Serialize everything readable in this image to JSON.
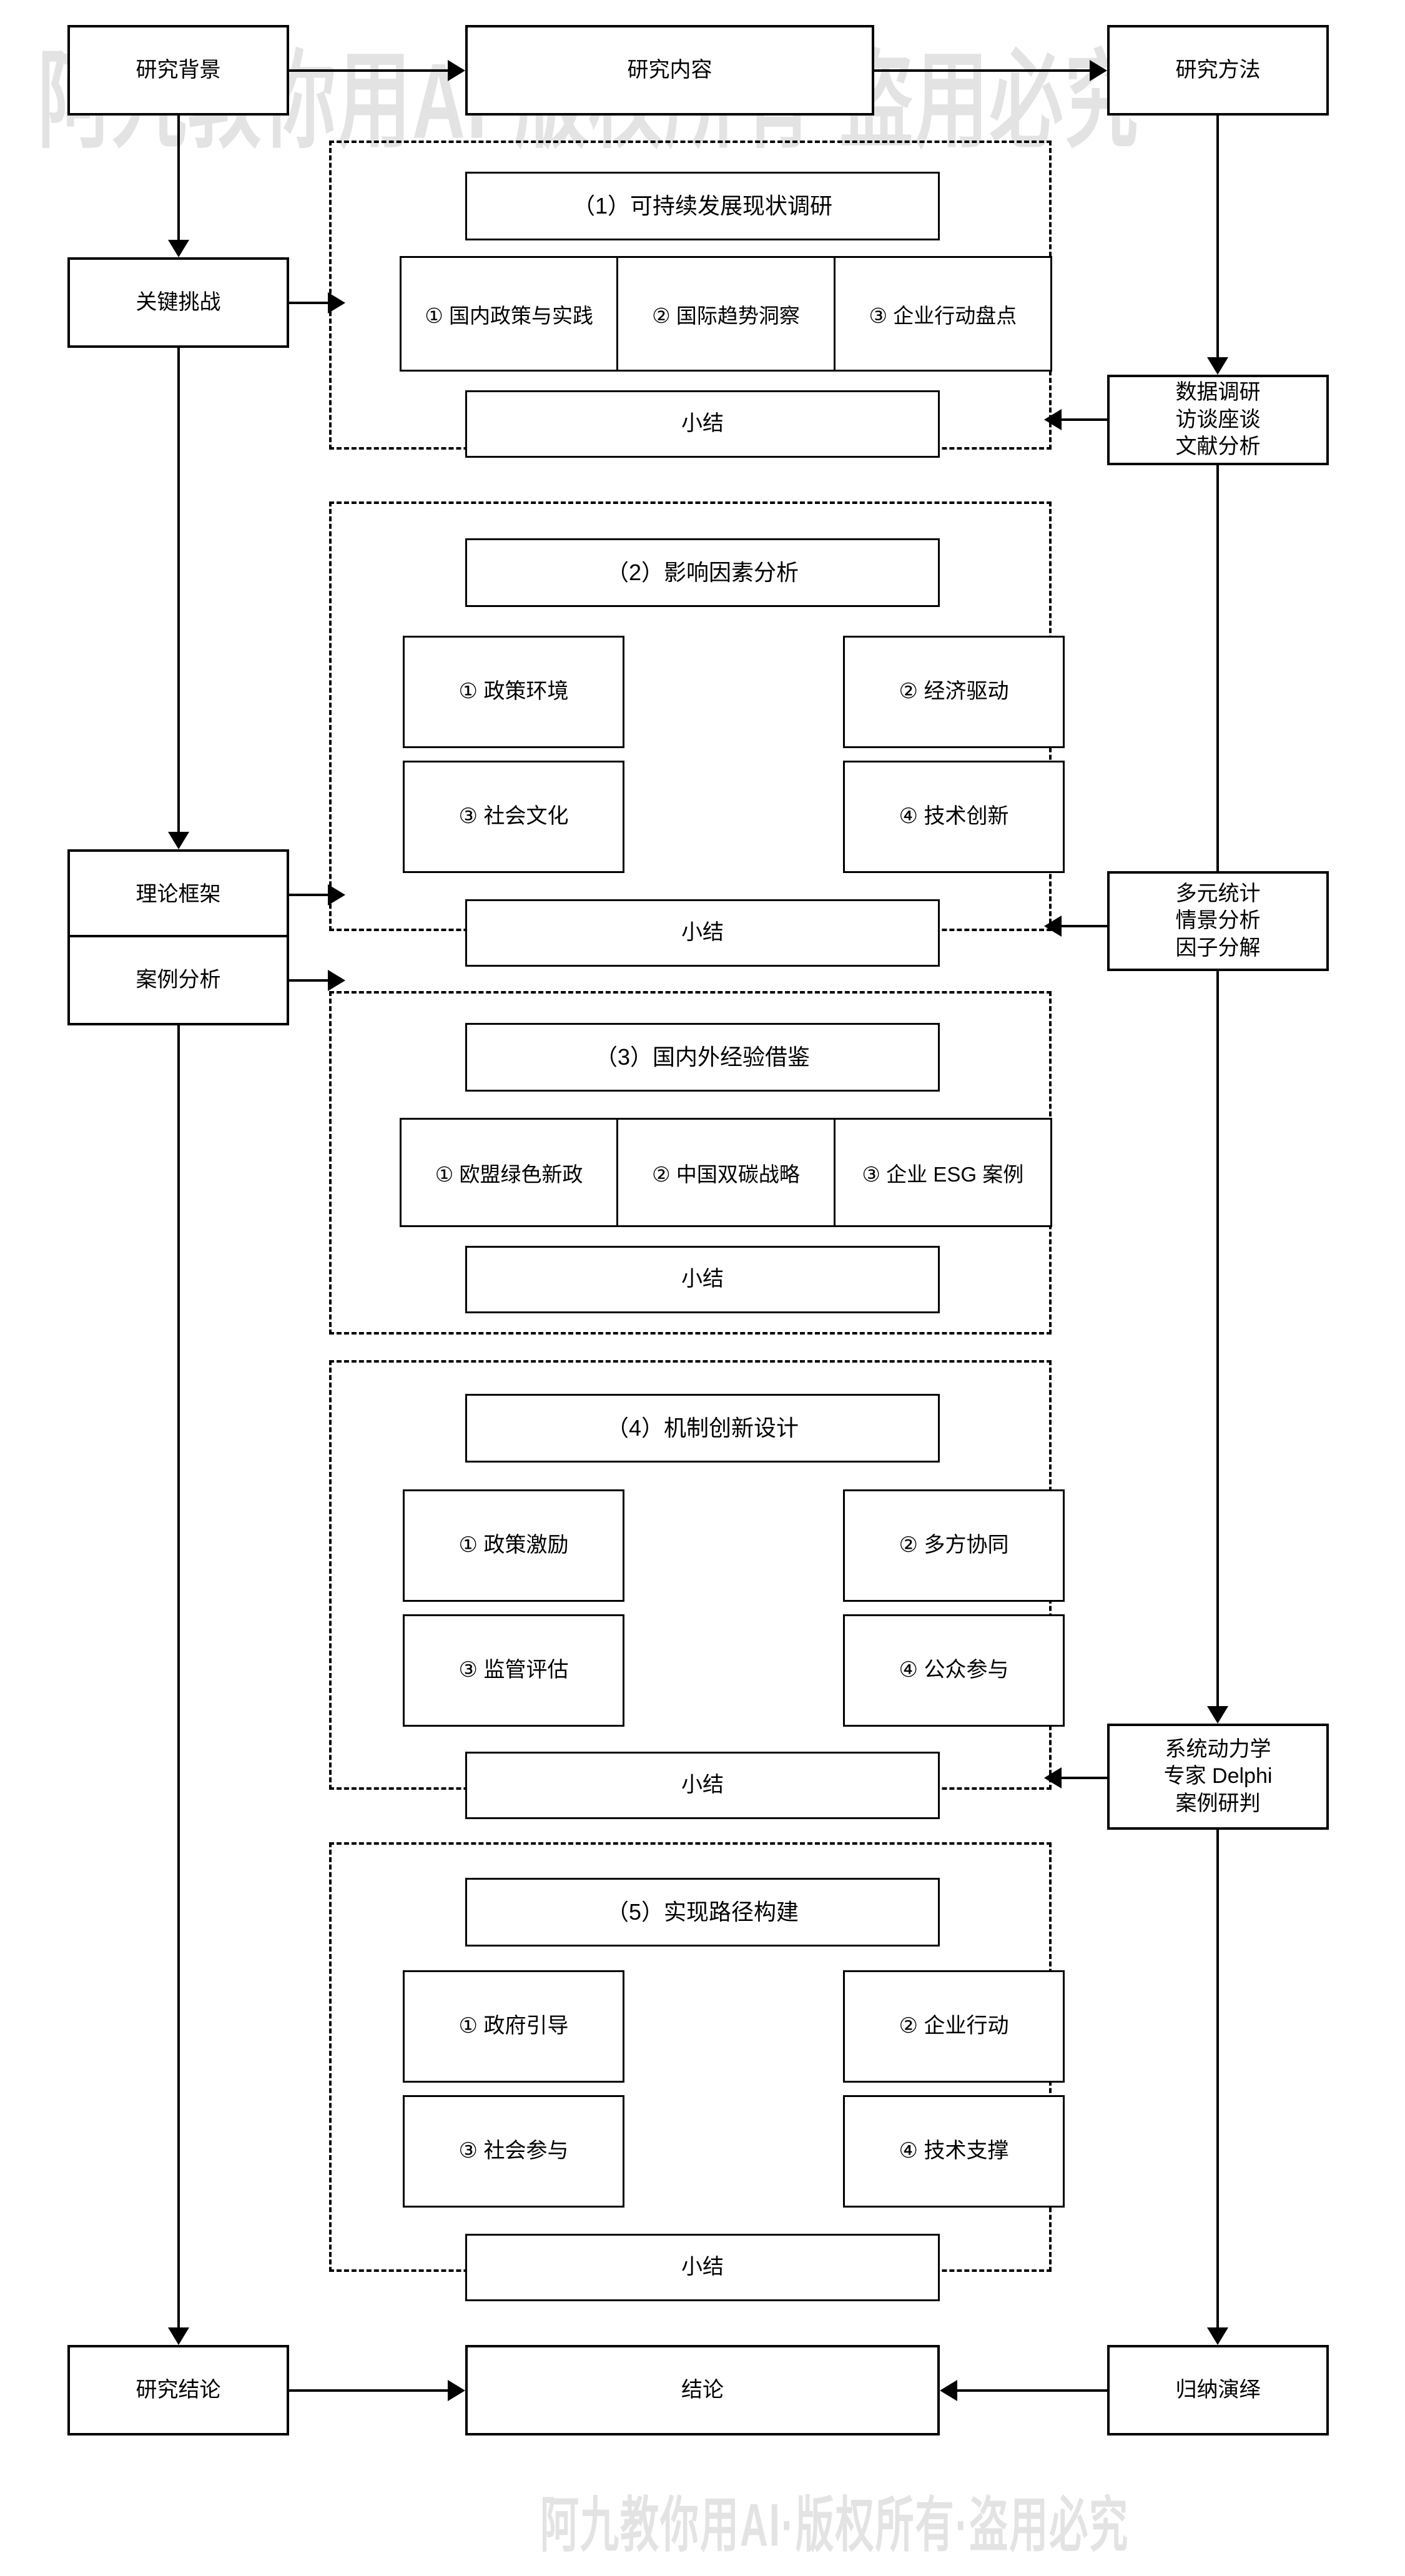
{
  "watermark": {
    "text": "阿九教你用AI·版权所有·盗用必究"
  },
  "top_row": {
    "background": "研究背景",
    "content": "研究内容",
    "method": "研究方法"
  },
  "left_column": [
    {
      "label": "关键挑战"
    },
    {
      "label": "理论框架"
    },
    {
      "label": "案例分析"
    },
    {
      "label": "研究结论"
    }
  ],
  "right_column": [
    {
      "label": "数据调研\n访谈座谈\n文献分析"
    },
    {
      "label": "多元统计\n情景分析\n因子分解"
    },
    {
      "label": "系统动力学\n专家 Delphi\n案例研判"
    },
    {
      "label": "归纳演绎"
    }
  ],
  "bottom_row": {
    "conclusion": "结论"
  },
  "summary_label": "小结",
  "sections": [
    {
      "title": "（1）可持续发展现状调研",
      "layout": "triple",
      "items": [
        "① 国内政策与实践",
        "② 国际趋势洞察",
        "③ 企业行动盘点"
      ],
      "summary": "小结"
    },
    {
      "title": "（2）影响因素分析",
      "layout": "quad",
      "items": [
        "① 政策环境",
        "② 经济驱动",
        "③ 社会文化",
        "④ 技术创新"
      ],
      "summary": "小结"
    },
    {
      "title": "（3）国内外经验借鉴",
      "layout": "triple",
      "items": [
        "① 欧盟绿色新政",
        "② 中国双碳战略",
        "③ 企业 ESG 案例"
      ],
      "summary": "小结"
    },
    {
      "title": "（4）机制创新设计",
      "layout": "quad",
      "items": [
        "① 政策激励",
        "② 多方协同",
        "③ 监管评估",
        "④ 公众参与"
      ],
      "summary": "小结"
    },
    {
      "title": "（5）实现路径构建",
      "layout": "quad",
      "items": [
        "① 政府引导",
        "② 企业行动",
        "③ 社会参与",
        "④ 技术支撑"
      ],
      "summary": "小结"
    }
  ],
  "colors": {
    "stroke": "#000000",
    "background": "#ffffff",
    "watermark": "#e3e3e3"
  }
}
